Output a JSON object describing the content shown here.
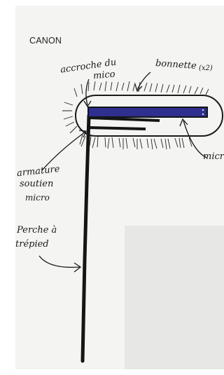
{
  "title": "CANON",
  "labels": {
    "accroche_line1": "accroche du",
    "accroche_line2": "mico",
    "bonnette": "bonnette",
    "bonnette_qty": "(x2)",
    "micro": "micro",
    "armature_line1": "armature",
    "armature_line2": "soutien",
    "armature_line3": "micro",
    "perche_line1": "Perche à",
    "perche_line2": "trépied"
  },
  "colors": {
    "paper": "#f4f4f2",
    "paper_shadow": "#e7e7e5",
    "ink": "#1a1a1a",
    "microphone_blue": "#2e2f8f"
  }
}
